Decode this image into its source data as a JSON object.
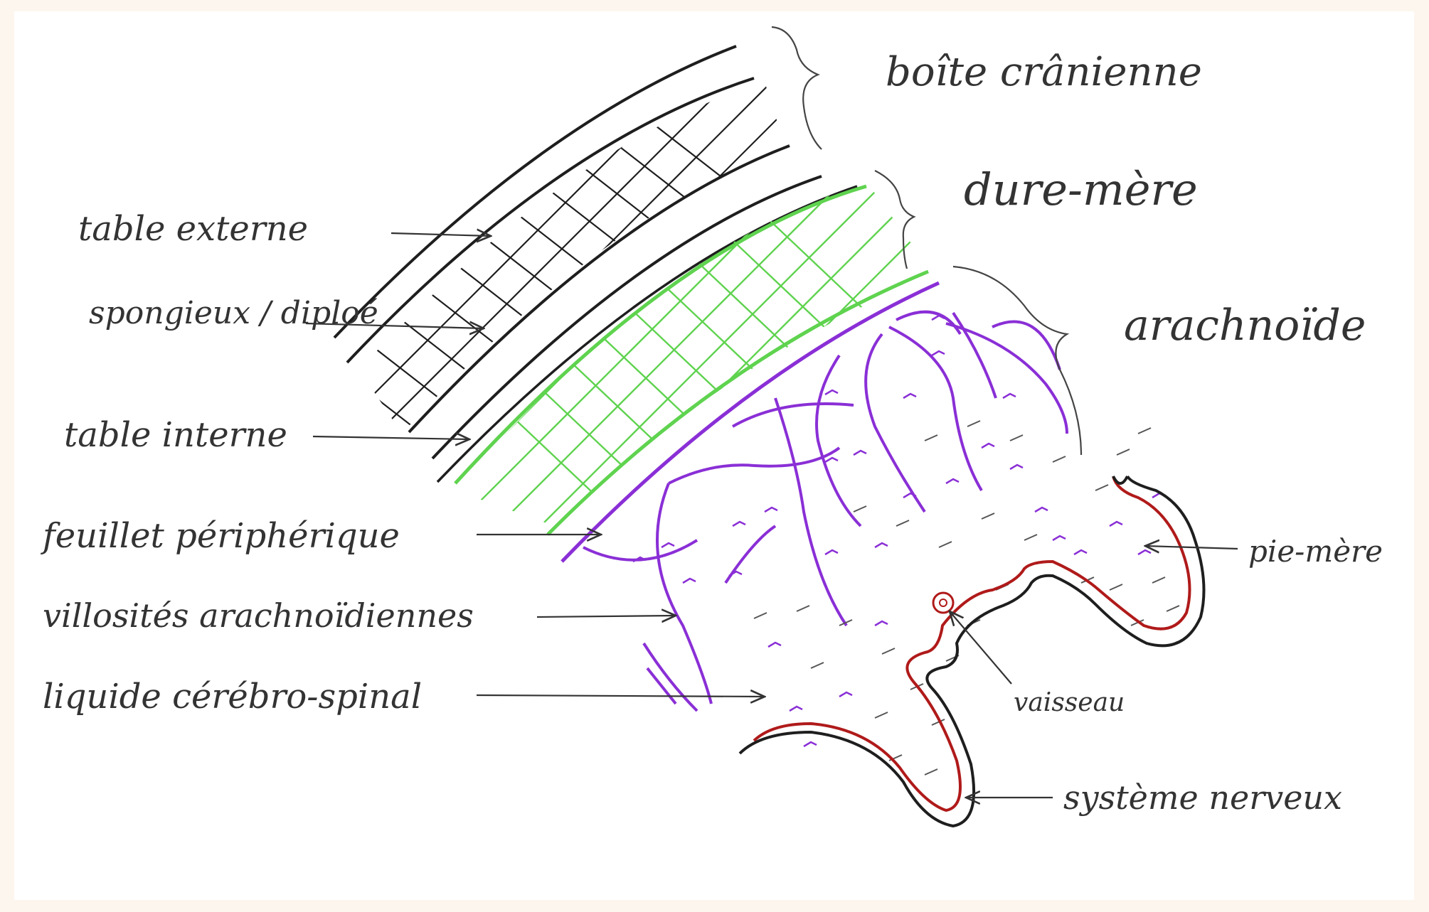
{
  "labels": {
    "boite_cranienne": "boîte crânienne",
    "dure_mere": "dure-mère",
    "arachnoide": "arachnoïde",
    "table_externe": "table externe",
    "spongieux_diploe": "spongieux / diploé",
    "table_interne": "table interne",
    "feuillet_peripherique": "feuillet périphérique",
    "villosites": "villosités arachnoïdiennes",
    "liquide": "liquide cérébro-spinal",
    "pie_mere": "pie-mère",
    "vaisseau": "vaisseau",
    "systeme_nerveux": "système nerveux"
  },
  "colors": {
    "ink": "#1e1e1e",
    "dura_green": "#5fd34f",
    "arachnoid_purple": "#8a2fd6",
    "pia_red": "#b01a1a",
    "background": "#fdf6ee"
  }
}
